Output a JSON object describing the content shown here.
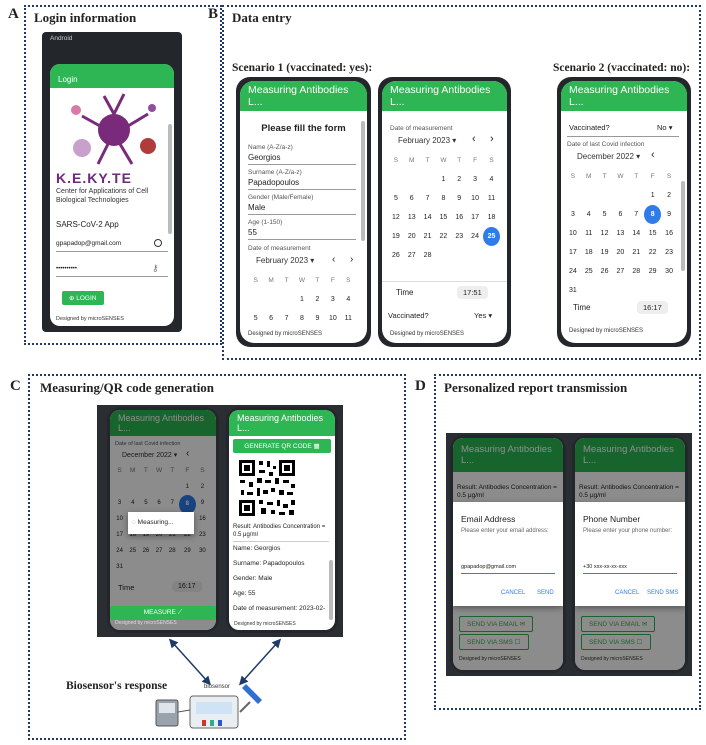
{
  "panels": {
    "a": {
      "letter": "A",
      "title": "Login information"
    },
    "b": {
      "letter": "B",
      "title": "Data entry",
      "scenario1": "Scenario 1 (vaccinated: yes):",
      "scenario2": "Scenario 2 (vaccinated: no):"
    },
    "c": {
      "letter": "C",
      "title": "Measuring/QR code generation",
      "biosensor_response": "Biosensor's response",
      "biosensor_label": "biosensor"
    },
    "d": {
      "letter": "D",
      "title": "Personalized report transmission"
    }
  },
  "login": {
    "os": "Android",
    "title": "Login",
    "brand": "K.E.KY.TE",
    "center_name": "Center for Applications of Cell Biological Technologies",
    "app_name": "SARS-CoV-2 App",
    "email": "gpapadop@gmail.com",
    "password": "••••••••••",
    "button": "LOGIN",
    "footer": "Designed by microSENSES"
  },
  "app_title": "Measuring Antibodies L...",
  "footer": "Designed by microSENSES",
  "form": {
    "heading": "Please fill the form",
    "name_label": "Name (A-Z/a-z)",
    "name": "Georgios",
    "surname_label": "Surname (A-Z/a-z)",
    "surname": "Papadopoulos",
    "gender_label": "Gender (Male/Female)",
    "gender": "Male",
    "age_label": "Age (1-150)",
    "age": "55",
    "date_label": "Date of measurement",
    "month": "February 2023"
  },
  "calendar": {
    "dow": [
      "S",
      "M",
      "T",
      "W",
      "T",
      "F",
      "S"
    ],
    "feb_partial": [
      "",
      "",
      "",
      "1",
      "2",
      "3",
      "4",
      "5",
      "6",
      "7",
      "8",
      "9",
      "10",
      "11"
    ],
    "feb": [
      "",
      "",
      "",
      "1",
      "2",
      "3",
      "4",
      "5",
      "6",
      "7",
      "8",
      "9",
      "10",
      "11",
      "12",
      "13",
      "14",
      "15",
      "16",
      "17",
      "18",
      "19",
      "20",
      "21",
      "22",
      "23",
      "24",
      "25",
      "26",
      "27",
      "28",
      "",
      "",
      "",
      ""
    ],
    "feb_selected": "25",
    "dec_month": "December 2022",
    "dec": [
      "",
      "",
      "",
      "",
      "",
      "1",
      "2",
      "3",
      "4",
      "5",
      "6",
      "7",
      "8",
      "9",
      "10",
      "11",
      "12",
      "13",
      "14",
      "15",
      "16",
      "17",
      "18",
      "19",
      "20",
      "21",
      "22",
      "23",
      "24",
      "25",
      "26",
      "27",
      "28",
      "29",
      "30",
      "31"
    ],
    "dec_selected": "8"
  },
  "s1b": {
    "date_label": "Date of measurement",
    "time_label": "Time",
    "time": "17:51",
    "vacc_label": "Vaccinated?",
    "vacc": "Yes"
  },
  "s2": {
    "vacc_label": "Vaccinated?",
    "vacc": "No",
    "covid_label": "Date of last Covid infection",
    "time_label": "Time",
    "time": "16:17"
  },
  "c_left": {
    "covid_label": "Date of last Covid infection",
    "time_label": "Time",
    "time": "16:17",
    "measuring": "Measuring...",
    "measure_btn": "MEASURE"
  },
  "c_right": {
    "qr_btn": "GENERATE QR CODE",
    "result": "Result: Antibodies Concentration = 0.5 μg/ml",
    "name": "Name: Georgios",
    "surname": "Surname: Papadopoulos",
    "gender": "Gender: Male",
    "age": "Age: 55",
    "date": "Date of measurement: 2023-02-"
  },
  "d_left": {
    "result": "Result: Antibodies Concentration = 0.5 μg/ml",
    "dlg_title": "Email Address",
    "dlg_prompt": "Please enter your email address:",
    "dlg_value": "gpapadop@gmail.com",
    "cancel": "CANCEL",
    "send": "SEND",
    "btn1": "SEND VIA EMAIL",
    "btn2": "SEND VIA SMS"
  },
  "d_right": {
    "result": "Result: Antibodies Concentration = 0.5 μg/ml",
    "dlg_title": "Phone Number",
    "dlg_prompt": "Please enter your phone number:",
    "dlg_value": "+30 xxx-xx-xx-xxx",
    "cancel": "CANCEL",
    "send": "SEND SMS",
    "btn1": "SEND VIA EMAIL",
    "btn2": "SEND VIA SMS"
  },
  "colors": {
    "accent": "#2db653",
    "selected": "#2f7bea",
    "frame": "#1f3a66"
  }
}
